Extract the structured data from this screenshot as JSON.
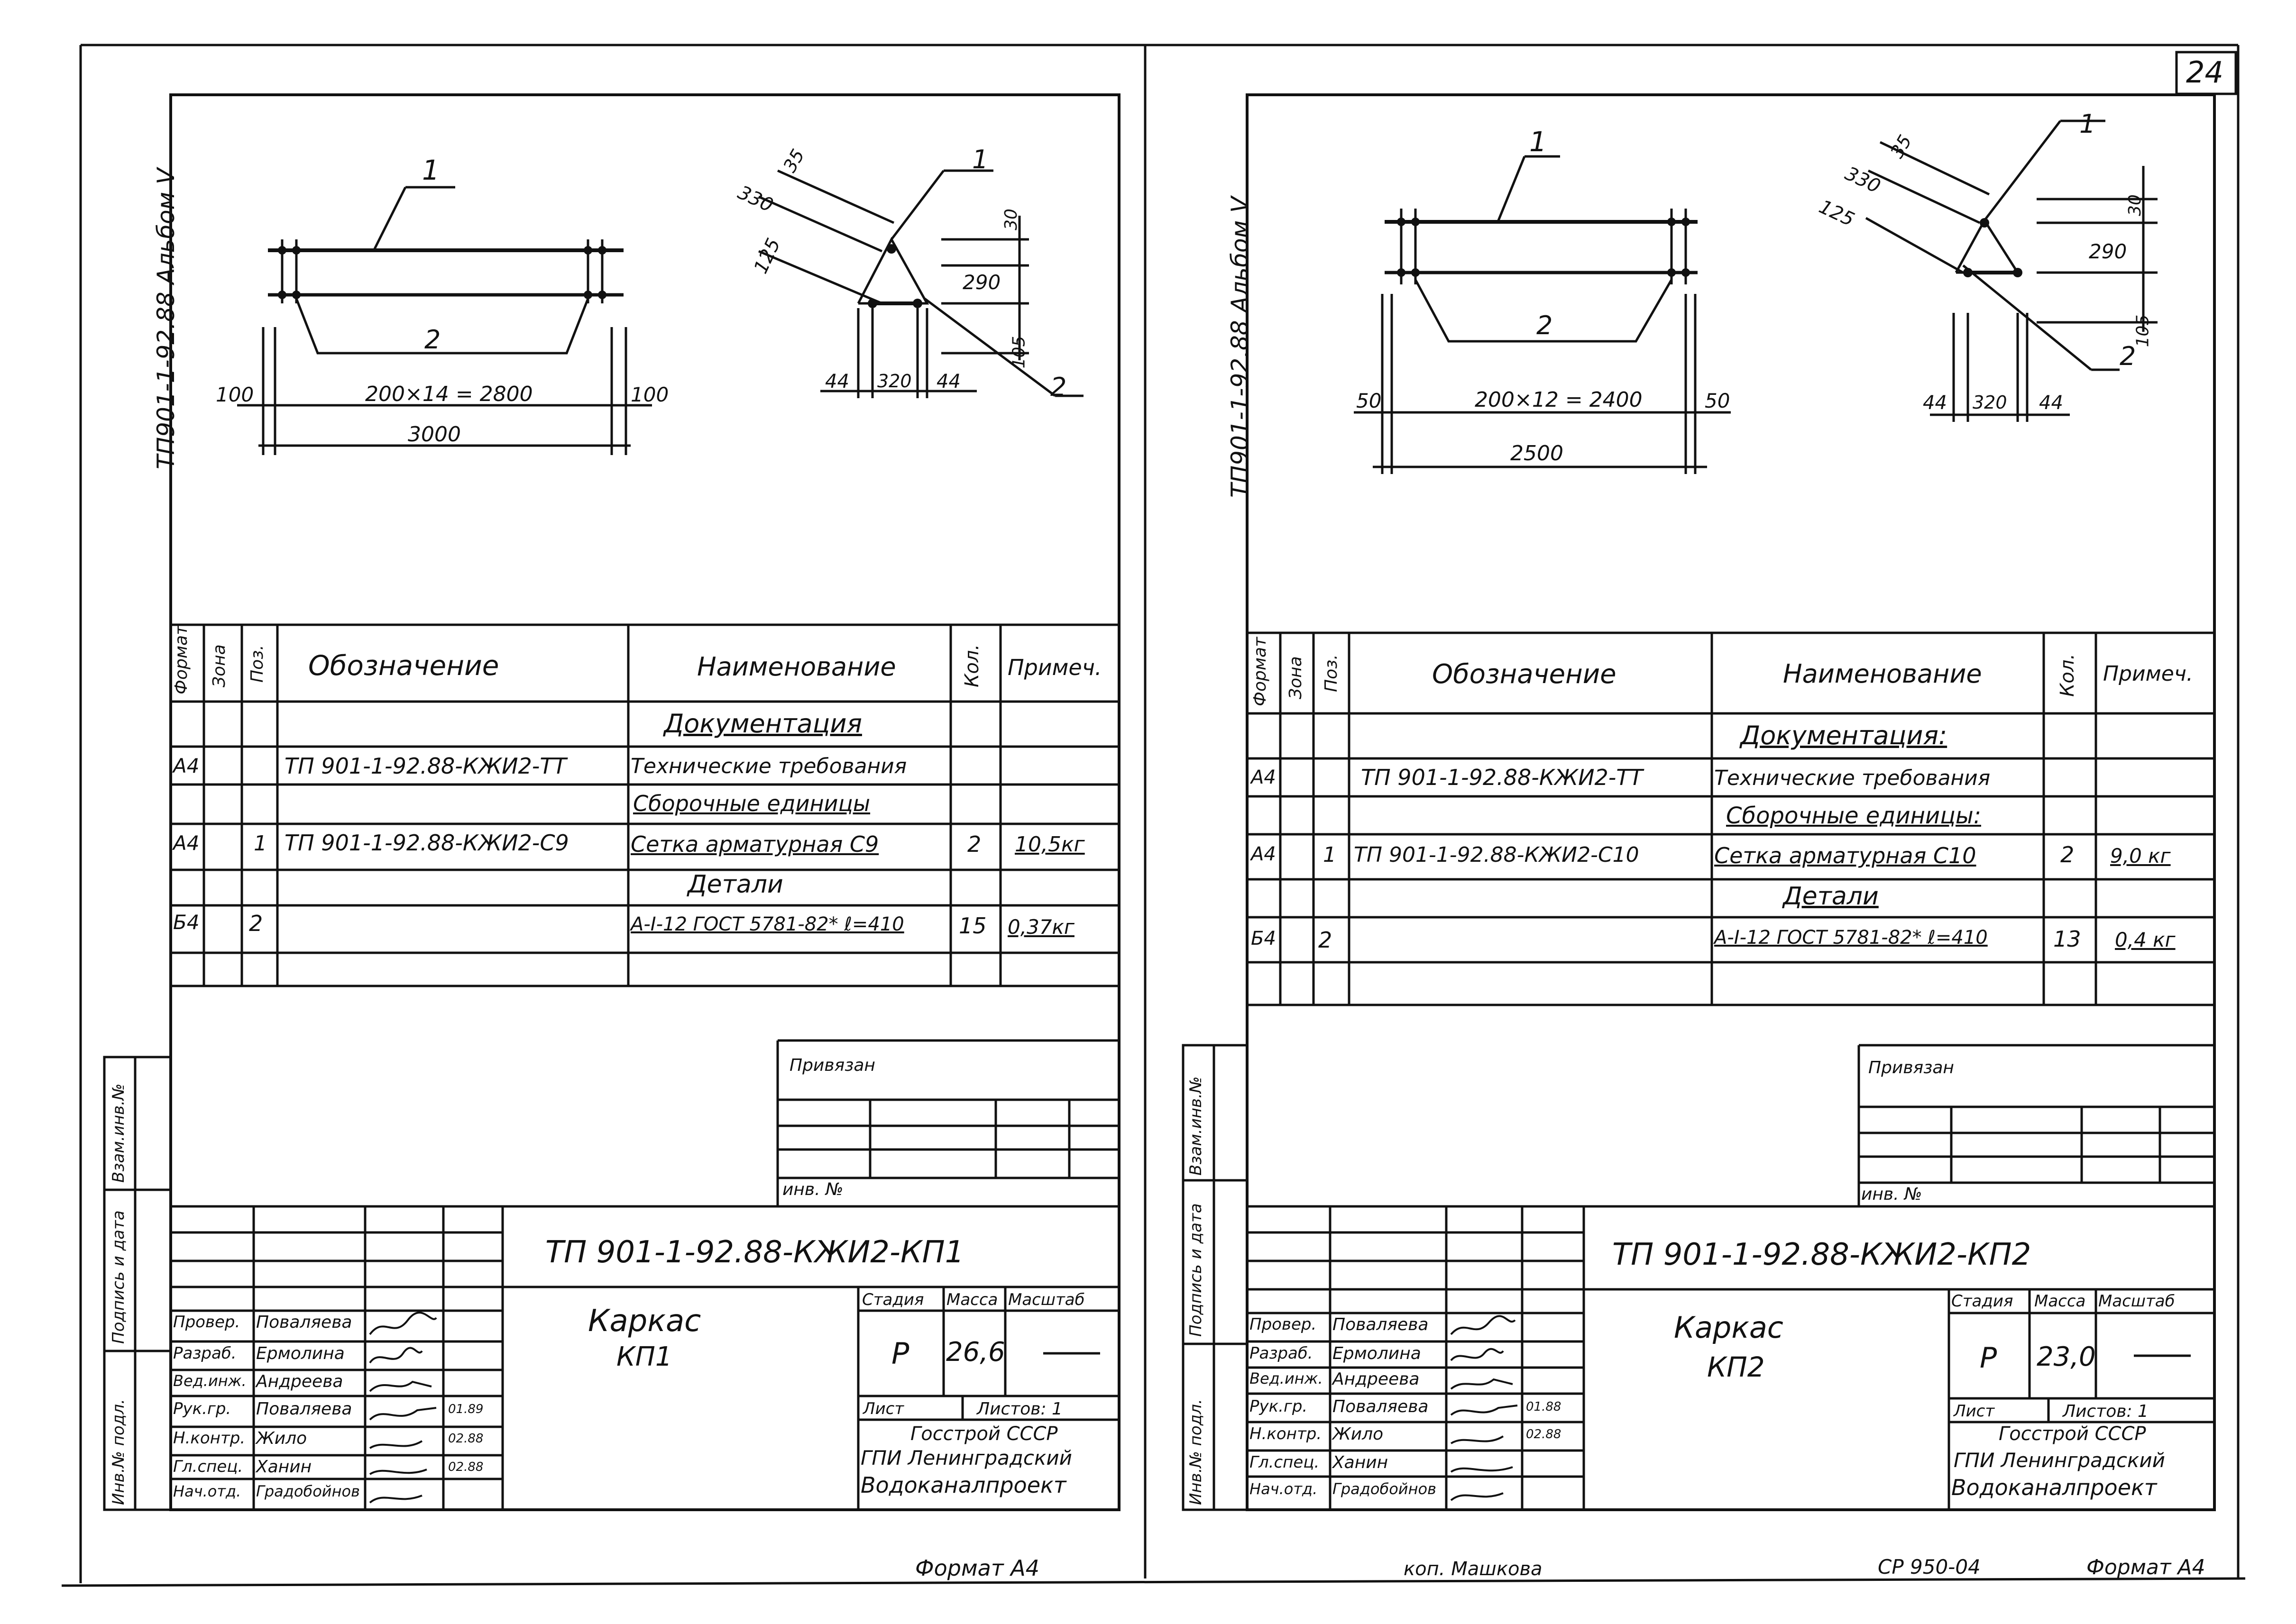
{
  "page_number": "24",
  "sheets": [
    {
      "album": "ТП901-1-92.88 Альбом Ⅴ",
      "drawing": {
        "pos1": "1",
        "pos2": "2",
        "dim_left": "100",
        "dim_mid": "200×14 = 2800",
        "dim_right": "100",
        "dim_total": "3000",
        "sec_35": "35",
        "sec_330": "330",
        "sec_125": "125",
        "sec_30": "30",
        "sec_290": "290",
        "sec_105": "105",
        "sec_44a": "44",
        "sec_320": "320",
        "sec_44b": "44"
      },
      "spec_headers": [
        "Формат",
        "Зона",
        "Поз.",
        "Обозначение",
        "Наименование",
        "Кол.",
        "Примеч."
      ],
      "spec_rows": [
        {
          "format": "",
          "zone": "",
          "pos": "",
          "designation": "",
          "name": "Документация",
          "qty": "",
          "note": ""
        },
        {
          "format": "А4",
          "zone": "",
          "pos": "",
          "designation": "ТП 901-1-92.88-КЖИ2-ТТ",
          "name": "Технические требования",
          "qty": "",
          "note": ""
        },
        {
          "format": "",
          "zone": "",
          "pos": "",
          "designation": "",
          "name": "Сборочные единицы",
          "qty": "",
          "note": ""
        },
        {
          "format": "А4",
          "zone": "",
          "pos": "1",
          "designation": "ТП 901-1-92.88-КЖИ2-С9",
          "name": "Сетка арматурная С9",
          "qty": "2",
          "note": "10,5кг"
        },
        {
          "format": "",
          "zone": "",
          "pos": "",
          "designation": "",
          "name": "Детали",
          "qty": "",
          "note": ""
        },
        {
          "format": "Б4",
          "zone": "",
          "pos": "2",
          "designation": "",
          "name": "А-I-12 ГОСТ 5781-82* ℓ=410",
          "qty": "15",
          "note": "0,37кг"
        }
      ],
      "privyazan": "Привязан",
      "inv_no": "инв. №",
      "doc_code": "ТП 901-1-92.88-КЖИ2-КП1",
      "title": "Каркас",
      "subtitle": "КП1",
      "stage_label": "Стадия",
      "mass_label": "Масса",
      "scale_label": "Масштаб",
      "stage": "Р",
      "mass": "26,6",
      "scale": "—",
      "sheet_label": "Лист",
      "sheets_label": "Листов: 1",
      "org1": "Госстрой СССР",
      "org2": "ГПИ Ленинградский",
      "org3": "Водоканалпроект",
      "staff": [
        {
          "role": "Провер.",
          "name": "Поваляева",
          "date": ""
        },
        {
          "role": "Разраб.",
          "name": "Ермолина",
          "date": ""
        },
        {
          "role": "Вед.инж.",
          "name": "Андреева",
          "date": ""
        },
        {
          "role": "Рук.гр.",
          "name": "Поваляева",
          "date": "01.89"
        },
        {
          "role": "Н.контр.",
          "name": "Жило",
          "date": "02.88"
        },
        {
          "role": "Гл.спец.",
          "name": "Ханин",
          "date": "02.88"
        },
        {
          "role": "Нач.отд.",
          "name": "Градобойнов",
          "date": ""
        }
      ],
      "side_labels": [
        "Инв.№ подл.",
        "Подпись и дата",
        "Взам.инв.№"
      ],
      "format_footer": "Формат А4"
    },
    {
      "album": "ТП901-1-92.88 Альбом Ⅴ",
      "drawing": {
        "pos1": "1",
        "pos2": "2",
        "dim_left": "50",
        "dim_mid": "200×12 = 2400",
        "dim_right": "50",
        "dim_total": "2500",
        "sec_35": "35",
        "sec_330": "330",
        "sec_125": "125",
        "sec_30": "30",
        "sec_290": "290",
        "sec_105": "105",
        "sec_44a": "44",
        "sec_320": "320",
        "sec_44b": "44"
      },
      "spec_headers": [
        "Формат",
        "Зона",
        "Поз.",
        "Обозначение",
        "Наименование",
        "Кол.",
        "Примеч."
      ],
      "spec_rows": [
        {
          "format": "",
          "zone": "",
          "pos": "",
          "designation": "",
          "name": "Документация:",
          "qty": "",
          "note": ""
        },
        {
          "format": "А4",
          "zone": "",
          "pos": "",
          "designation": "ТП 901-1-92.88-КЖИ2-ТТ",
          "name": "Технические требования",
          "qty": "",
          "note": ""
        },
        {
          "format": "",
          "zone": "",
          "pos": "",
          "designation": "",
          "name": "Сборочные единицы:",
          "qty": "",
          "note": ""
        },
        {
          "format": "А4",
          "zone": "",
          "pos": "1",
          "designation": "ТП 901-1-92.88-КЖИ2-С10",
          "name": "Сетка арматурная С10",
          "qty": "2",
          "note": "9,0 кг"
        },
        {
          "format": "",
          "zone": "",
          "pos": "",
          "designation": "",
          "name": "Детали",
          "qty": "",
          "note": ""
        },
        {
          "format": "Б4",
          "zone": "",
          "pos": "2",
          "designation": "",
          "name": "А-I-12 ГОСТ 5781-82* ℓ=410",
          "qty": "13",
          "note": "0,4 кг"
        }
      ],
      "privyazan": "Привязан",
      "inv_no": "инв. №",
      "doc_code": "ТП 901-1-92.88-КЖИ2-КП2",
      "title": "Каркас",
      "subtitle": "КП2",
      "stage_label": "Стадия",
      "mass_label": "Масса",
      "scale_label": "Масштаб",
      "stage": "Р",
      "mass": "23,0",
      "scale": "—",
      "sheet_label": "Лист",
      "sheets_label": "Листов: 1",
      "org1": "Госстрой СССР",
      "org2": "ГПИ Ленинградский",
      "org3": "Водоканалпроект",
      "staff": [
        {
          "role": "Провер.",
          "name": "Поваляева",
          "date": ""
        },
        {
          "role": "Разраб.",
          "name": "Ермолина",
          "date": ""
        },
        {
          "role": "Вед.инж.",
          "name": "Андреева",
          "date": ""
        },
        {
          "role": "Рук.гр.",
          "name": "Поваляева",
          "date": "01.88"
        },
        {
          "role": "Н.контр.",
          "name": "Жило",
          "date": "02.88"
        },
        {
          "role": "Гл.спец.",
          "name": "Ханин",
          "date": ""
        },
        {
          "role": "Нач.отд.",
          "name": "Градобойнов",
          "date": ""
        }
      ],
      "side_labels": [
        "Инв.№ подл.",
        "Подпись и дата",
        "Взам.инв.№"
      ],
      "format_footer": "Формат А4"
    }
  ],
  "footer_copied": "коп. Машкова",
  "footer_code": "СР 950-04"
}
